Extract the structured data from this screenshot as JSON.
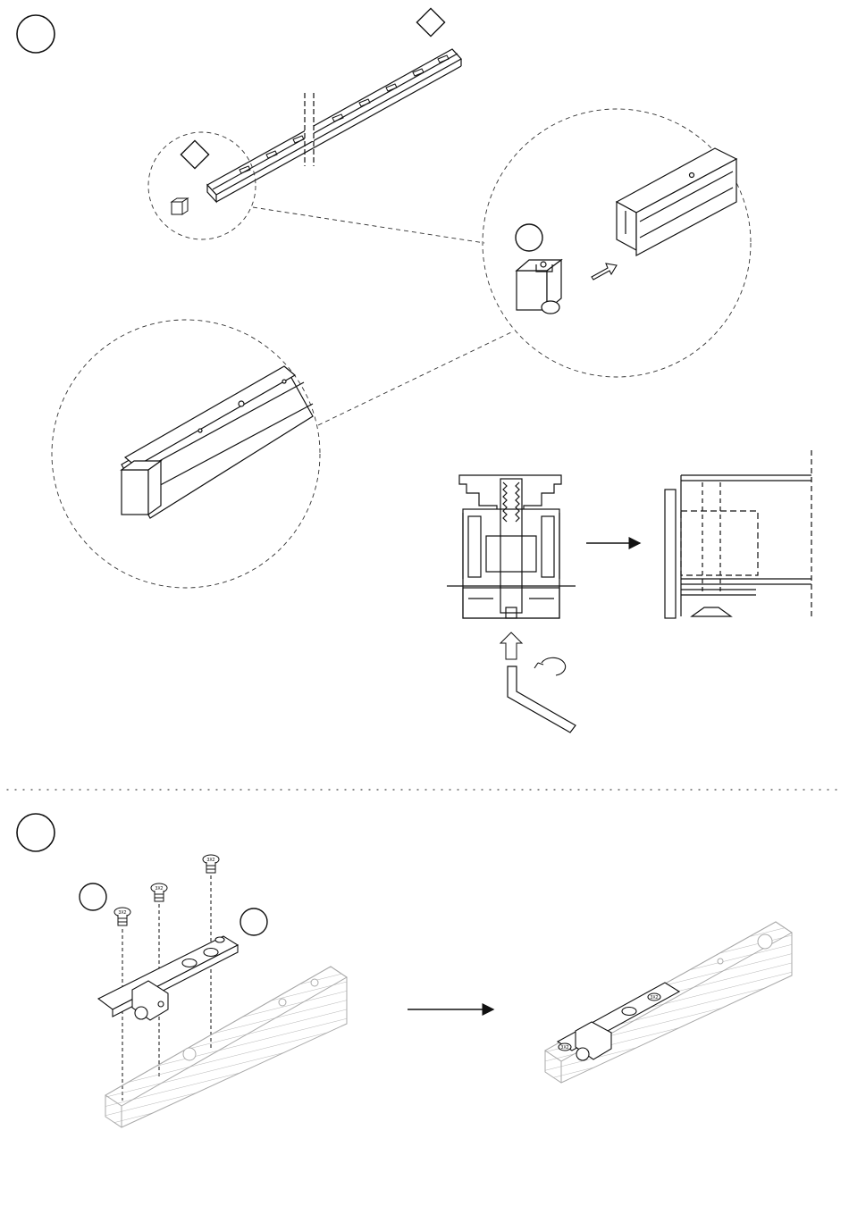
{
  "page": {
    "background": "#ffffff",
    "ink": "#111111",
    "hatch": "#b8b8b8"
  },
  "step_markers": [
    {
      "id": "step-1",
      "label": ""
    },
    {
      "id": "step-2",
      "label": ""
    }
  ],
  "part_markers": [
    {
      "id": "diamond-rail",
      "label": ""
    },
    {
      "id": "diamond-stopper",
      "label": ""
    },
    {
      "id": "circle-stopper",
      "label": ""
    },
    {
      "id": "circle-screws",
      "label": ""
    },
    {
      "id": "circle-bracket",
      "label": ""
    }
  ],
  "screw_heads": {
    "text": "3X2"
  },
  "icons": [
    "allen-key-icon",
    "rotate-arrow-icon",
    "insert-arrow-icon",
    "result-arrow-icon"
  ]
}
